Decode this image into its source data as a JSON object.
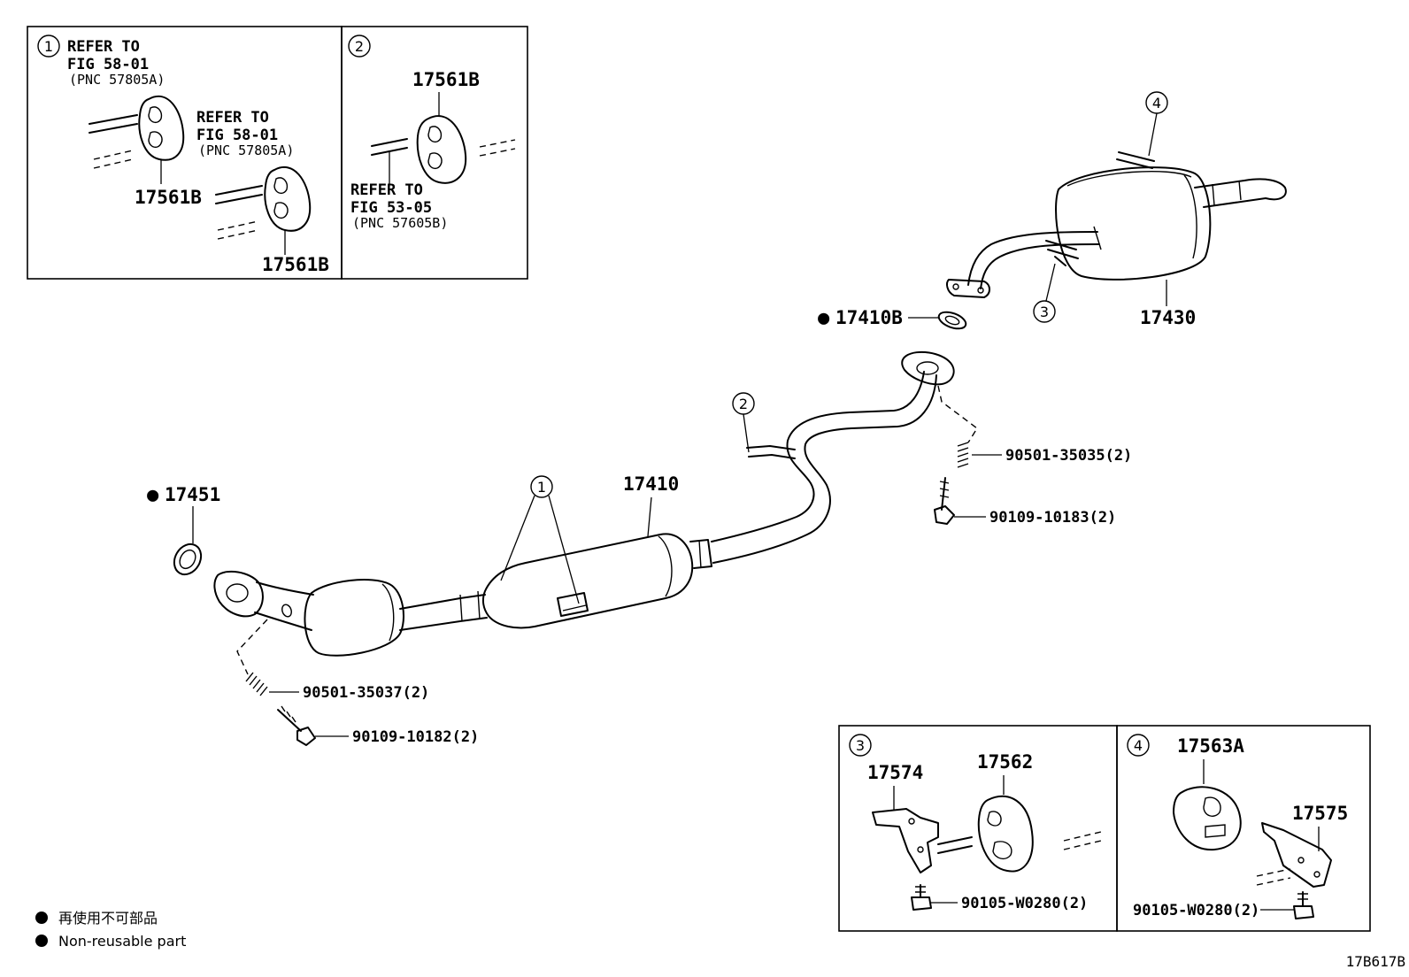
{
  "inset1": {
    "marker": "1",
    "refer_a": [
      "REFER TO",
      "FIG 58-01",
      "(PNC 57805A)"
    ],
    "refer_b": [
      "REFER TO",
      "FIG 58-01",
      "(PNC 57805A)"
    ],
    "part_a": "17561B",
    "part_b": "17561B"
  },
  "inset2": {
    "marker": "2",
    "part": "17561B",
    "refer": [
      "REFER TO",
      "FIG 53-05",
      "(PNC 57605B)"
    ]
  },
  "inset3": {
    "marker": "3",
    "part_bracket": "17574",
    "part_hanger": "17562",
    "bolt": "90105-W0280(2)"
  },
  "inset4": {
    "marker": "4",
    "part_hanger": "17563A",
    "part_bracket": "17575",
    "bolt": "90105-W0280(2)"
  },
  "main": {
    "gasket_front": "17451",
    "pipe_front": "17410",
    "gasket_rear": "17410B",
    "muffler": "17430",
    "spring_front": "90501-35037(2)",
    "bolt_front": "90109-10182(2)",
    "spring_rear": "90501-35035(2)",
    "bolt_rear": "90109-10183(2)",
    "callout_1": "1",
    "callout_2": "2",
    "callout_3": "3",
    "callout_4": "4"
  },
  "legend": {
    "jp": "再使用不可部品",
    "en": "Non-reusable part"
  },
  "figure_code": "17B617B"
}
